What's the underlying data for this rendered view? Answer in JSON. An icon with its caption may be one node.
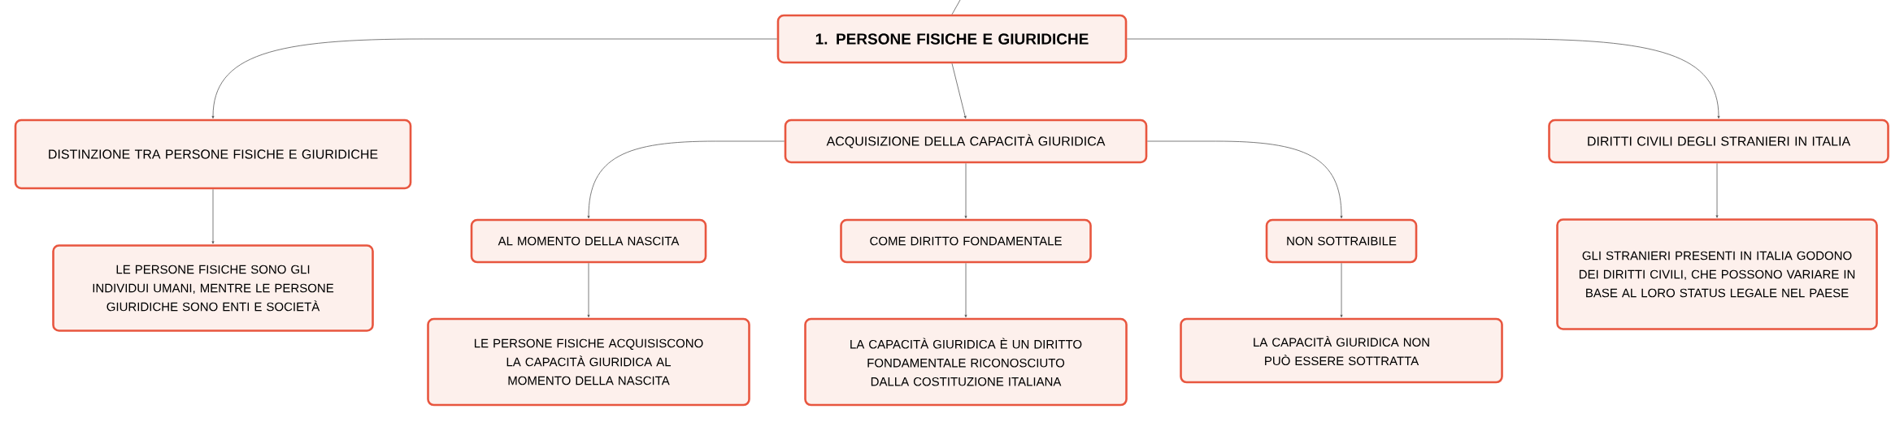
{
  "diagram": {
    "nodes": [
      {
        "text": [
          "1. PERSONE FISICHE E GIURIDICHE"
        ]
      },
      {
        "text": [
          "DISTINZIONE TRA PERSONE FISICHE E GIURIDICHE"
        ]
      },
      {
        "text": [
          "LE PERSONE FISICHE SONO GLI INDIVIDUI UMANI, MENTRE LE PERSONE GIURIDICHE SONO ENTI E SOCIETÀ"
        ]
      },
      {
        "text": [
          "ACQUISIZIONE DELLA CAPACITÀ GIURIDICA"
        ]
      },
      {
        "text": [
          "AL MOMENTO DELLA NASCITA"
        ]
      },
      {
        "text": [
          "LE PERSONE FISICHE ACQUISISCONO LA CAPACITÀ GIURIDICA AL MOMENTO DELLA NASCITA"
        ]
      },
      {
        "text": [
          "COME DIRITTO FONDAMENTALE"
        ]
      },
      {
        "text": [
          "LA CAPACITÀ GIURIDICA È UN DIRITTO FONDAMENTALE RICONOSCIUTO DALLA COSTITUZIONE ITALIANA"
        ]
      },
      {
        "text": [
          "NON SOTTRAIBILE"
        ]
      },
      {
        "text": [
          "LA CAPACITÀ GIURIDICA NON PUÒ ESSERE SOTTRATTA"
        ]
      },
      {
        "text": [
          "DIRITTI CIVILI DEGLI STRANIERI IN ITALIA"
        ]
      },
      {
        "text": [
          "GLI STRANIERI PRESENTI IN ITALIA GODONO DEI DIRITTI CIVILI, CHE POSSONO VARIARE IN BASE AL LORO STATUS LEGALE NEL PAESE"
        ]
      }
    ],
    "edges": [
      {
        "from": null,
        "to": 0,
        "arrow": "none"
      },
      {
        "from": 0,
        "to": 1,
        "arrow": "to"
      },
      {
        "from": 1,
        "to": 2,
        "arrow": "to"
      },
      {
        "from": 0,
        "to": 3,
        "arrow": "to"
      },
      {
        "from": 3,
        "to": 4,
        "arrow": "to"
      },
      {
        "from": 4,
        "to": 5,
        "arrow": "to"
      },
      {
        "from": 3,
        "to": 6,
        "arrow": "to"
      },
      {
        "from": 6,
        "to": 7,
        "arrow": "to"
      },
      {
        "from": 3,
        "to": 8,
        "arrow": "to"
      },
      {
        "from": 8,
        "to": 9,
        "arrow": "to"
      },
      {
        "from": 0,
        "to": 10,
        "arrow": "to"
      },
      {
        "from": 10,
        "to": 11,
        "arrow": "to"
      }
    ]
  }
}
